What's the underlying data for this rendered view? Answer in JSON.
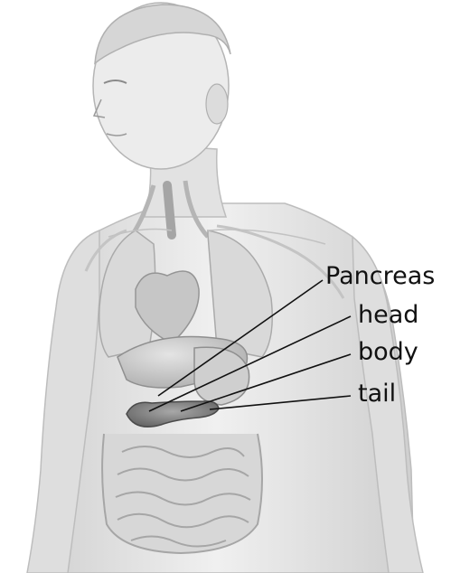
{
  "labels": {
    "title": "Pancreas",
    "head": "head",
    "body": "body",
    "tail": "tail"
  },
  "colors": {
    "background": "#ffffff",
    "skin": "#e6e6e6",
    "organ": "#c9c9c9",
    "organ_dark": "#9a9a9a",
    "pancreas": "#8a8a8a",
    "leader_line": "#111111"
  }
}
